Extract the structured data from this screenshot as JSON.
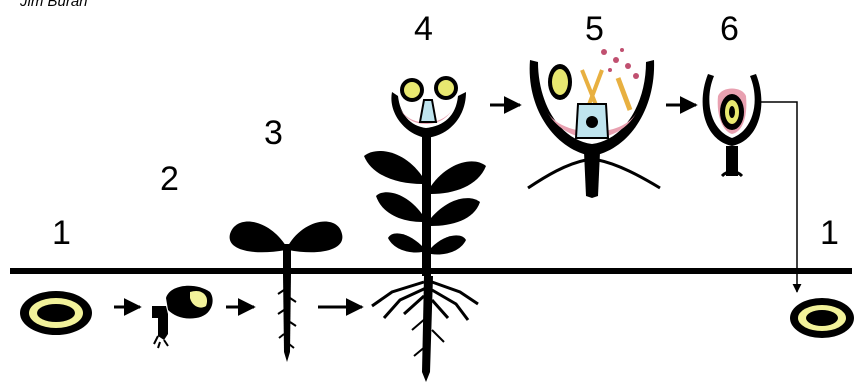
{
  "credit": "Jim Buran",
  "stages": [
    {
      "label": "1",
      "name": "seed"
    },
    {
      "label": "2",
      "name": "germinating seed"
    },
    {
      "label": "3",
      "name": "seedling"
    },
    {
      "label": "4",
      "name": "mature flowering plant"
    },
    {
      "label": "5",
      "name": "pollination"
    },
    {
      "label": "6",
      "name": "developing seed in fruit"
    },
    {
      "label": "1",
      "name": "seed"
    }
  ],
  "colors": {
    "ink": "#000000",
    "seed_ring": "#f2f29a",
    "petal_pink": "#e8a0b0",
    "anther_yellow": "#e8e870",
    "ovary_blue": "#bfe4ee"
  }
}
